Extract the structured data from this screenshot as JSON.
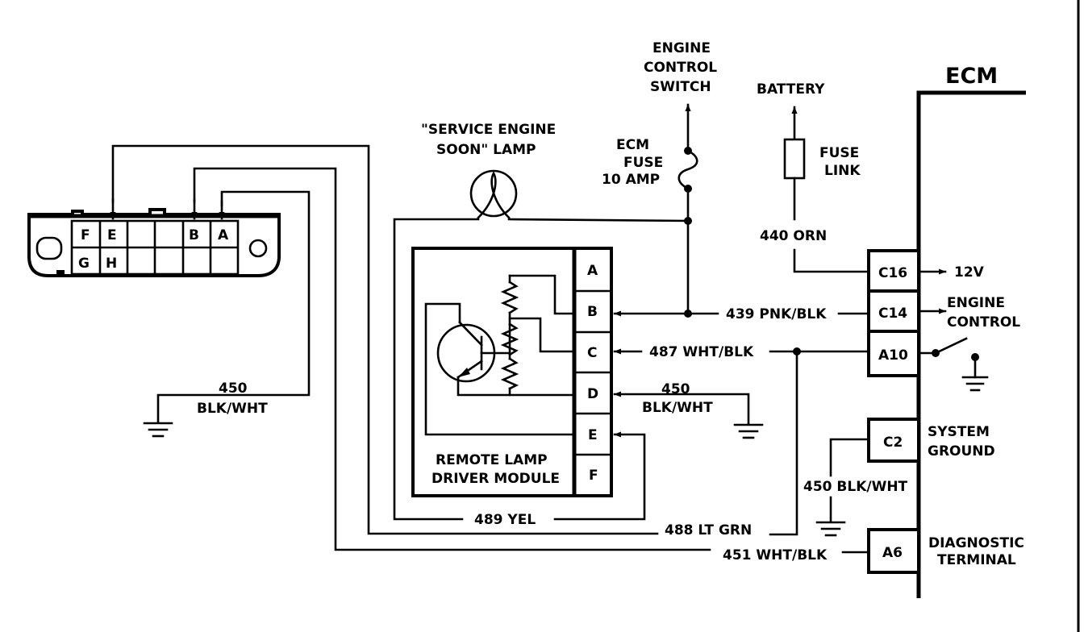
{
  "diagram": {
    "ecm_label": "ECM",
    "connector_pins": {
      "f": "F",
      "e": "E",
      "b": "B",
      "a": "A",
      "g": "G",
      "h": "H"
    },
    "engine_control_switch": [
      "ENGINE",
      "CONTROL",
      "SWITCH"
    ],
    "battery": "BATTERY",
    "fuse_link": [
      "FUSE",
      "LINK"
    ],
    "ecm_fuse": [
      "ECM",
      "FUSE",
      "10 AMP"
    ],
    "lamp": [
      "\"SERVICE ENGINE",
      "SOON\" LAMP"
    ],
    "module_label": [
      "REMOTE LAMP",
      "DRIVER MODULE"
    ],
    "module_pins": [
      "A",
      "B",
      "C",
      "D",
      "E",
      "F"
    ],
    "ecm_pins": {
      "c16": "C16",
      "c14": "C14",
      "a10": "A10",
      "c2": "C2",
      "a6": "A6"
    },
    "outputs": {
      "v12": "12V",
      "engine_control": [
        "ENGINE",
        "CONTROL"
      ],
      "system_ground": [
        "SYSTEM",
        "GROUND"
      ],
      "diagnostic_terminal": [
        "DIAGNOSTIC",
        "TERMINAL"
      ]
    },
    "wires": {
      "w440": "440 ORN",
      "w439": "439 PNK/BLK",
      "w487": "487 WHT/BLK",
      "w450_module": [
        "450",
        "BLK/WHT"
      ],
      "w450_left": [
        "450",
        "BLK/WHT"
      ],
      "w450_ecm": "450 BLK/WHT",
      "w489": "489 YEL",
      "w488": "488 LT GRN",
      "w451": "451 WHT/BLK"
    }
  }
}
